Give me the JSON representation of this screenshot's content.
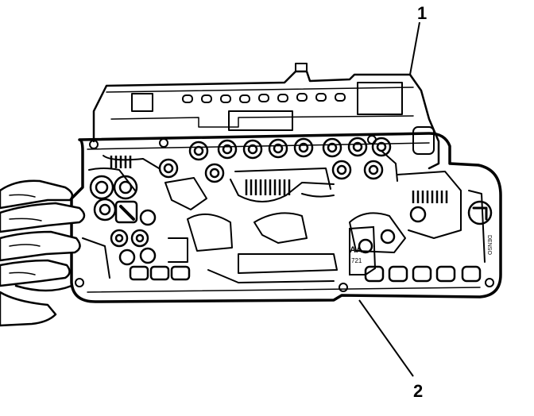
{
  "callouts": [
    {
      "id": "1",
      "label": "1"
    },
    {
      "id": "2",
      "label": "2"
    }
  ],
  "board_markings": {
    "code_top": "AA",
    "code_bottom": "721",
    "maker": "DENSO"
  },
  "colors": {
    "ink": "#000000",
    "paper": "#ffffff"
  }
}
